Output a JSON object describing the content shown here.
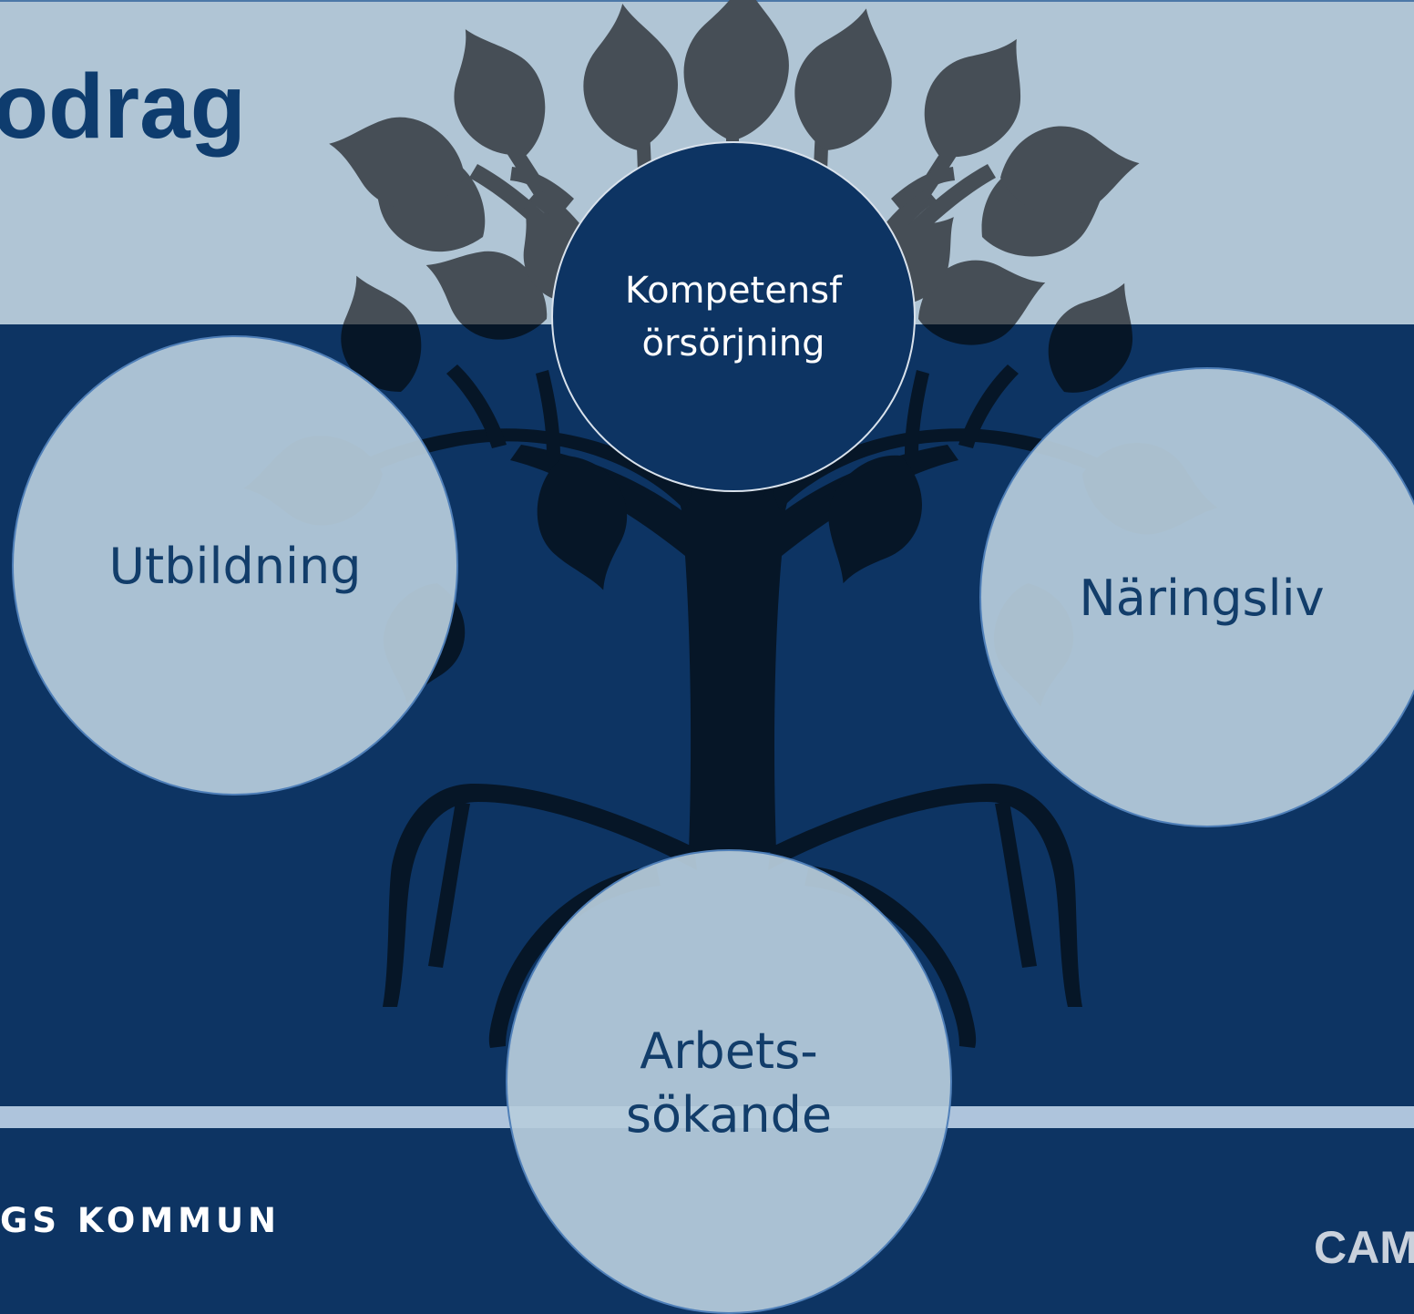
{
  "slide": {
    "title": "odrag",
    "footer_left": "GS KOMMUN",
    "footer_right": "CAM"
  },
  "colors": {
    "top_band": "#b0c5d5",
    "main_band": "#0d3463",
    "stripe": "#aec4dc",
    "tree_on_light": "#464e56",
    "tree_on_dark": "#061627",
    "circle_light": "#b7ccdc",
    "circle_dark": "#0d3463",
    "title": "#0e3c6e"
  },
  "tree": {
    "icon": "tree-icon"
  },
  "circles": {
    "center": {
      "line1": "Kompetensf",
      "line2": "örsörjning"
    },
    "left": {
      "label": "Utbildning"
    },
    "right": {
      "label": "Näringsliv"
    },
    "bottom": {
      "line1": "Arbets-",
      "line2": "sökande"
    }
  }
}
